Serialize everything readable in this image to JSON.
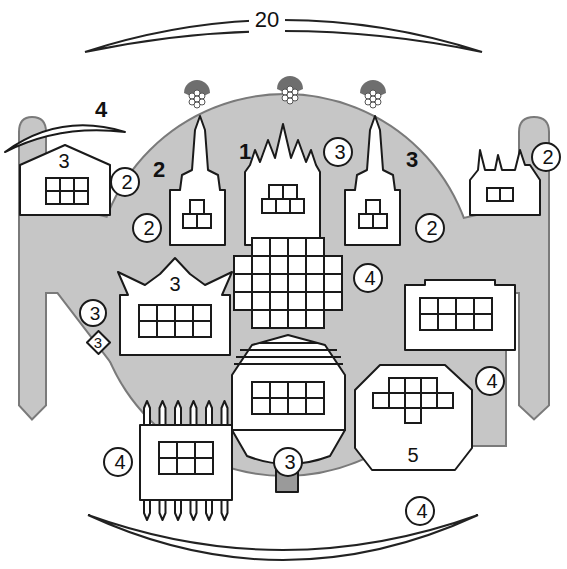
{
  "diagram": {
    "nodes": [
      {
        "text": [
          "3"
        ]
      },
      {
        "text": [
          "2"
        ]
      },
      {
        "text": [
          "3"
        ]
      },
      {
        "text": [
          "2"
        ]
      },
      {
        "text": [
          "2"
        ]
      },
      {
        "text": [
          "2"
        ]
      },
      {
        "text": [
          "3"
        ]
      },
      {
        "text": [
          "4"
        ]
      },
      {
        "text": [
          "3"
        ]
      },
      {
        "text": [
          "3"
        ]
      },
      {
        "text": [
          "4"
        ]
      },
      {
        "text": [
          "3"
        ]
      },
      {
        "text": [
          "4"
        ]
      },
      {
        "text": [
          "5"
        ]
      },
      {
        "text": [
          "4"
        ]
      }
    ],
    "labels": [
      "20",
      "4",
      "2",
      "1",
      "3"
    ]
  }
}
